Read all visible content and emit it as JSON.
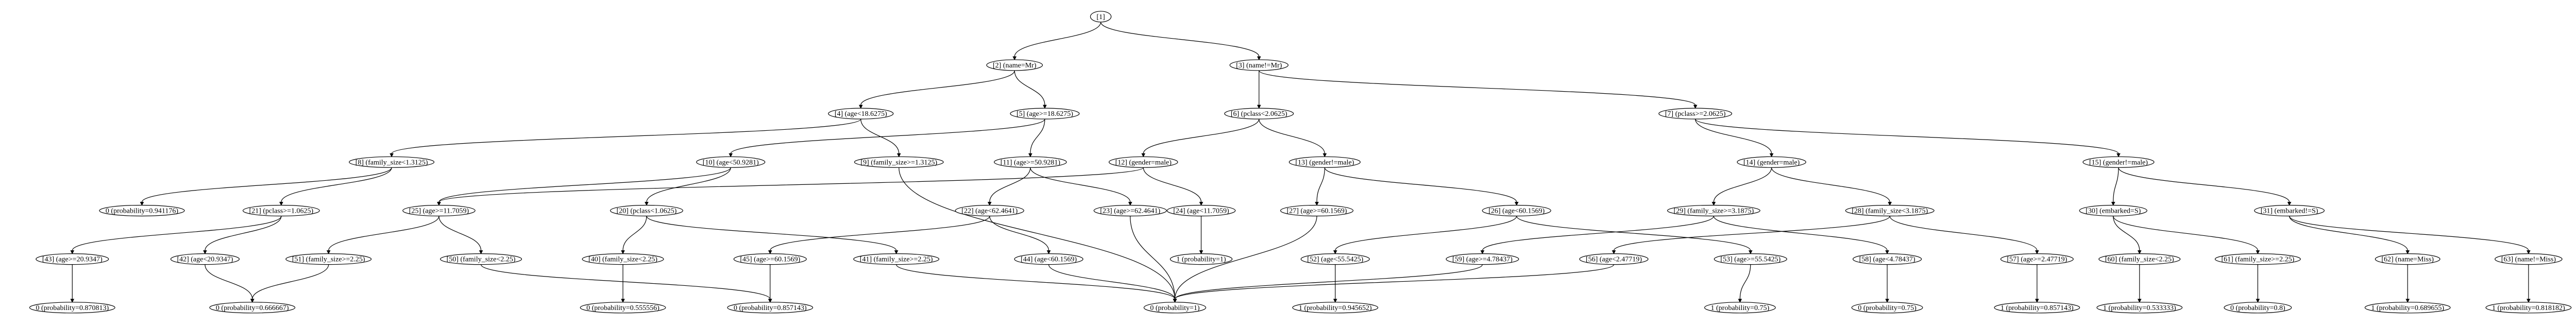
{
  "tree": {
    "nodes": [
      {
        "id": "1",
        "label": "[1]"
      },
      {
        "id": "2",
        "label": "[2] (name=Mr)"
      },
      {
        "id": "3",
        "label": "[3] (name!=Mr)"
      },
      {
        "id": "4",
        "label": "[4] (age<18.6275)"
      },
      {
        "id": "5",
        "label": "[5] (age>=18.6275)"
      },
      {
        "id": "6",
        "label": "[6] (pclass<2.0625)"
      },
      {
        "id": "7",
        "label": "[7] (pclass>=2.0625)"
      },
      {
        "id": "8",
        "label": "[8] (family_size<1.3125)"
      },
      {
        "id": "9",
        "label": "[9] (family_size>=1.3125)"
      },
      {
        "id": "10",
        "label": "[10] (age<50.9281)"
      },
      {
        "id": "11",
        "label": "[11] (age>=50.9281)"
      },
      {
        "id": "12",
        "label": "[12] (gender=male)"
      },
      {
        "id": "13",
        "label": "[13] (gender!=male)"
      },
      {
        "id": "14",
        "label": "[14] (gender=male)"
      },
      {
        "id": "15",
        "label": "[15] (gender!=male)"
      },
      {
        "id": "L8",
        "label": "0 (probability=0.941176)"
      },
      {
        "id": "21",
        "label": "[21] (pclass>=1.0625)"
      },
      {
        "id": "25",
        "label": "[25] (age>=11.7059)"
      },
      {
        "id": "20",
        "label": "[20] (pclass<1.0625)"
      },
      {
        "id": "22",
        "label": "[22] (age<62.4641)"
      },
      {
        "id": "23",
        "label": "[23] (age>=62.4641)"
      },
      {
        "id": "24",
        "label": "[24] (age<11.7059)"
      },
      {
        "id": "27",
        "label": "[27] (age>=60.1569)"
      },
      {
        "id": "26",
        "label": "[26] (age<60.1569)"
      },
      {
        "id": "29",
        "label": "[29] (family_size>=3.1875)"
      },
      {
        "id": "28",
        "label": "[28] (family_size<3.1875)"
      },
      {
        "id": "30",
        "label": "[30] (embarked=S)"
      },
      {
        "id": "31",
        "label": "[31] (embarked!=S)"
      },
      {
        "id": "43",
        "label": "[43] (age>=20.9347)"
      },
      {
        "id": "42",
        "label": "[42] (age<20.9347)"
      },
      {
        "id": "51",
        "label": "[51] (family_size>=2.25)"
      },
      {
        "id": "50",
        "label": "[50] (family_size<2.25)"
      },
      {
        "id": "40",
        "label": "[40] (family_size<2.25)"
      },
      {
        "id": "45",
        "label": "[45] (age>=60.1569)"
      },
      {
        "id": "41",
        "label": "[41] (family_size>=2.25)"
      },
      {
        "id": "44",
        "label": "[44] (age<60.1569)"
      },
      {
        "id": "L24",
        "label": "1 (probability=1)"
      },
      {
        "id": "52",
        "label": "[52] (age<55.5425)"
      },
      {
        "id": "59",
        "label": "[59] (age>=4.78437)"
      },
      {
        "id": "56",
        "label": "[56] (age<2.47719)"
      },
      {
        "id": "53",
        "label": "[53] (age>=55.5425)"
      },
      {
        "id": "58",
        "label": "[58] (age<4.78437)"
      },
      {
        "id": "57",
        "label": "[57] (age>=2.47719)"
      },
      {
        "id": "60",
        "label": "[60] (family_size<2.25)"
      },
      {
        "id": "61",
        "label": "[61] (family_size>=2.25)"
      },
      {
        "id": "62",
        "label": "[62] (name=Miss)"
      },
      {
        "id": "63",
        "label": "[63] (name!=Miss)"
      },
      {
        "id": "L43",
        "label": "0 (probability=0.870813)"
      },
      {
        "id": "L42",
        "label": "0 (probability=0.666667)"
      },
      {
        "id": "L40",
        "label": "0 (probability=0.555556)"
      },
      {
        "id": "L45",
        "label": "0 (probability=0.857143)"
      },
      {
        "id": "LONE",
        "label": "0 (probability=1)"
      },
      {
        "id": "L52",
        "label": "1 (probability=0.945652)"
      },
      {
        "id": "L53",
        "label": "1 (probability=0.75)"
      },
      {
        "id": "L58",
        "label": "0 (probability=0.75)"
      },
      {
        "id": "L57",
        "label": "1 (probability=0.857143)"
      },
      {
        "id": "L60",
        "label": "1 (probability=0.533333)"
      },
      {
        "id": "L61",
        "label": "0 (probability=0.8)"
      },
      {
        "id": "L62",
        "label": "1 (probability=0.689655)"
      },
      {
        "id": "L63",
        "label": "1 (probability=0.818182)"
      }
    ],
    "edges": [
      [
        "1",
        "2"
      ],
      [
        "1",
        "3"
      ],
      [
        "2",
        "4"
      ],
      [
        "2",
        "5"
      ],
      [
        "3",
        "6"
      ],
      [
        "3",
        "7"
      ],
      [
        "4",
        "8"
      ],
      [
        "4",
        "9"
      ],
      [
        "5",
        "10"
      ],
      [
        "5",
        "11"
      ],
      [
        "6",
        "12"
      ],
      [
        "6",
        "13"
      ],
      [
        "7",
        "14"
      ],
      [
        "7",
        "15"
      ],
      [
        "8",
        "L8"
      ],
      [
        "8",
        "21"
      ],
      [
        "9",
        "LONE"
      ],
      [
        "10",
        "20"
      ],
      [
        "10",
        "25"
      ],
      [
        "11",
        "22"
      ],
      [
        "11",
        "23"
      ],
      [
        "12",
        "24"
      ],
      [
        "12",
        "25"
      ],
      [
        "13",
        "27"
      ],
      [
        "13",
        "26"
      ],
      [
        "14",
        "29"
      ],
      [
        "14",
        "28"
      ],
      [
        "15",
        "30"
      ],
      [
        "15",
        "31"
      ],
      [
        "21",
        "43"
      ],
      [
        "21",
        "42"
      ],
      [
        "25",
        "51"
      ],
      [
        "25",
        "50"
      ],
      [
        "20",
        "40"
      ],
      [
        "20",
        "41"
      ],
      [
        "22",
        "45"
      ],
      [
        "22",
        "44"
      ],
      [
        "23",
        "LONE"
      ],
      [
        "24",
        "L24"
      ],
      [
        "27",
        "LONE"
      ],
      [
        "26",
        "52"
      ],
      [
        "26",
        "53"
      ],
      [
        "29",
        "59"
      ],
      [
        "29",
        "58"
      ],
      [
        "28",
        "56"
      ],
      [
        "28",
        "57"
      ],
      [
        "30",
        "60"
      ],
      [
        "30",
        "61"
      ],
      [
        "31",
        "62"
      ],
      [
        "31",
        "63"
      ],
      [
        "43",
        "L43"
      ],
      [
        "42",
        "L42"
      ],
      [
        "51",
        "L42"
      ],
      [
        "50",
        "L45"
      ],
      [
        "40",
        "L40"
      ],
      [
        "45",
        "L45"
      ],
      [
        "41",
        "LONE"
      ],
      [
        "44",
        "LONE"
      ],
      [
        "52",
        "L52"
      ],
      [
        "59",
        "LONE"
      ],
      [
        "56",
        "LONE"
      ],
      [
        "53",
        "L53"
      ],
      [
        "58",
        "L58"
      ],
      [
        "57",
        "L57"
      ],
      [
        "60",
        "L60"
      ],
      [
        "61",
        "L61"
      ],
      [
        "62",
        "L62"
      ],
      [
        "63",
        "L63"
      ]
    ]
  }
}
